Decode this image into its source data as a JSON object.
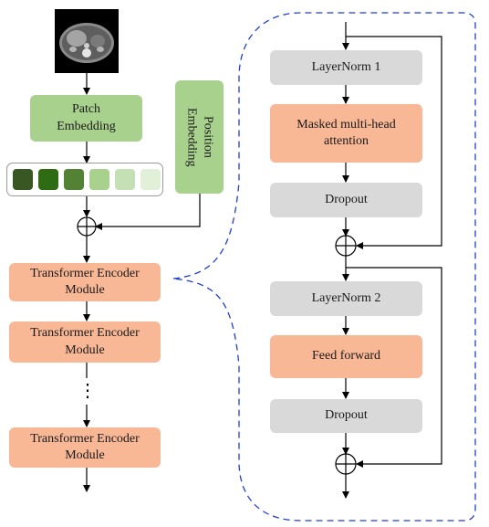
{
  "left": {
    "input_image": "abdominal CT scan slice",
    "patch_embedding": "Patch\nEmbedding",
    "position_embedding": "Position\nEmbedding",
    "patch_colors": [
      "#385723",
      "#2e6b12",
      "#548235",
      "#a9d18e",
      "#c5e0b4",
      "#e2f0d9"
    ],
    "encoder_modules": [
      "Transformer Encoder\nModule",
      "Transformer Encoder\nModule",
      "Transformer Encoder\nModule"
    ],
    "ellipsis": "⋮"
  },
  "right": {
    "layernorm1": "LayerNorm 1",
    "masked_attention": "Masked multi-head\nattention",
    "dropout1": "Dropout",
    "layernorm2": "LayerNorm 2",
    "feed_forward": "Feed forward",
    "dropout2": "Dropout"
  },
  "colors": {
    "green": "#a9d18e",
    "orange": "#f8b795",
    "gray": "#d9d9d9",
    "dashed_outline": "#1f3fd6"
  }
}
